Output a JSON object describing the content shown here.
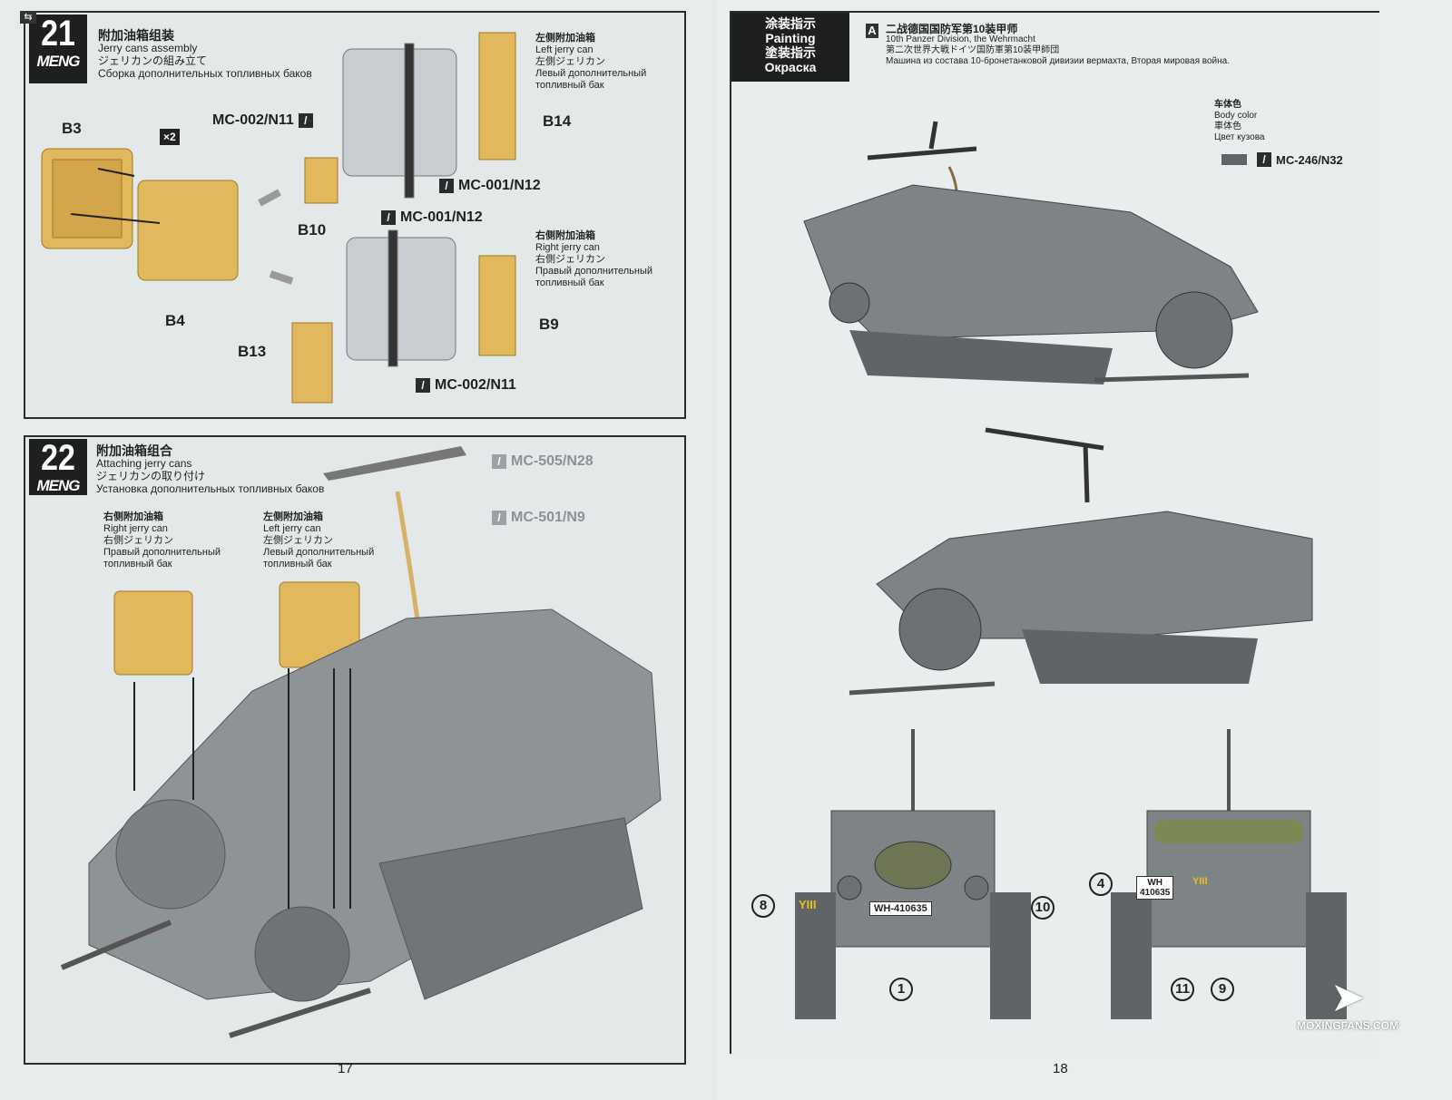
{
  "left_page": {
    "page_number": "17",
    "step21": {
      "number": "21",
      "brand": "MENG",
      "title_zh": "附加油箱组装",
      "title_en": "Jerry cans assembly",
      "title_ja": "ジェリカンの組み立て",
      "title_ru": "Сборка дополнительных топливных баков",
      "multiplier": "×2",
      "parts": [
        "B3",
        "B4",
        "B10",
        "B14",
        "B9",
        "B13"
      ],
      "paints": [
        "MC-002/N11",
        "MC-001/N12",
        "MC-001/N12",
        "MC-002/N11"
      ],
      "left_can": {
        "zh": "左侧附加油箱",
        "en": "Left jerry can",
        "ja": "左側ジェリカン",
        "ru1": "Левый дополнительный",
        "ru2": "топливный бак"
      },
      "right_can": {
        "zh": "右侧附加油箱",
        "en": "Right jerry can",
        "ja": "右側ジェリカン",
        "ru1": "Правый дополнительный",
        "ru2": "топливный бак"
      }
    },
    "step22": {
      "number": "22",
      "brand": "MENG",
      "title_zh": "附加油箱组合",
      "title_en": "Attaching jerry cans",
      "title_ja": "ジェリカンの取り付け",
      "title_ru": "Установка дополнительных топливных баков",
      "paints": [
        "MC-505/N28",
        "MC-501/N9"
      ],
      "right_can": {
        "zh": "右侧附加油箱",
        "en": "Right jerry can",
        "ja": "右側ジェリカン",
        "ru1": "Правый дополнительный",
        "ru2": "топливный бак"
      },
      "left_can": {
        "zh": "左侧附加油箱",
        "en": "Left jerry can",
        "ja": "左側ジェリカン",
        "ru1": "Левый дополнительный",
        "ru2": "топливный бак"
      }
    }
  },
  "right_page": {
    "page_number": "18",
    "header": {
      "zh": "涂装指示",
      "en": "Painting",
      "ja": "塗装指示",
      "ru": "Окраска"
    },
    "scheme": {
      "letter": "A",
      "zh": "二战德国国防军第10装甲师",
      "en": "10th Panzer Division, the Wehrmacht",
      "ja": "第二次世界大戦ドイツ国防軍第10装甲師団",
      "ru": "Машина из состава 10-бронетанковой дивизии вермахта, Вторая мировая война."
    },
    "body_color": {
      "zh": "车体色",
      "en": "Body color",
      "ja": "車体色",
      "ru": "Цвет кузова",
      "paint": "MC-246/N32",
      "swatch": "#5f6566"
    },
    "front_plate": "WH-410635",
    "rear_plate_1": "WH",
    "rear_plate_2": "410635",
    "division_mark": "YIII",
    "callouts": [
      "8",
      "1",
      "10",
      "4",
      "11",
      "9"
    ]
  },
  "watermark": "MOXINGFANS.COM",
  "colors": {
    "vehicle_grey": "#7d8485",
    "part_tan": "#e2b85c",
    "mark_yellow": "#e8c21a"
  }
}
